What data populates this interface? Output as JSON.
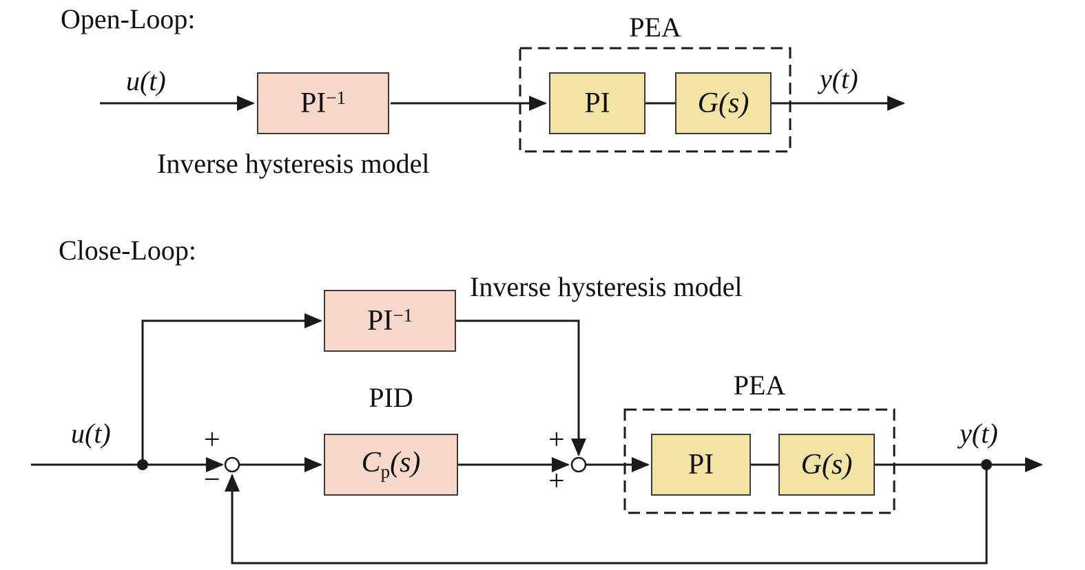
{
  "colors": {
    "pink": "#f8d8ca",
    "yellow": "#f3e3a4",
    "line": "#1a1a1a"
  },
  "open_loop": {
    "title": "Open-Loop:",
    "input": "u(t)",
    "output": "y(t)",
    "inverse": {
      "base": "PI",
      "sup": "−1"
    },
    "inverse_caption": "Inverse hysteresis model",
    "pea": {
      "label": "PEA",
      "pi": "PI",
      "g": "G(s)"
    }
  },
  "close_loop": {
    "title": "Close-Loop:",
    "input": "u(t)",
    "output": "y(t)",
    "inverse": {
      "base": "PI",
      "sup": "−1"
    },
    "inverse_caption": "Inverse hysteresis model",
    "pid_caption": "PID",
    "controller": {
      "base": "C",
      "sub": "p",
      "arg": "(s)"
    },
    "pea": {
      "label": "PEA",
      "pi": "PI",
      "g": "G(s)"
    },
    "sum1": {
      "top": "+",
      "bottom": "−"
    },
    "sum2": {
      "top": "+",
      "bottom": "+"
    }
  }
}
